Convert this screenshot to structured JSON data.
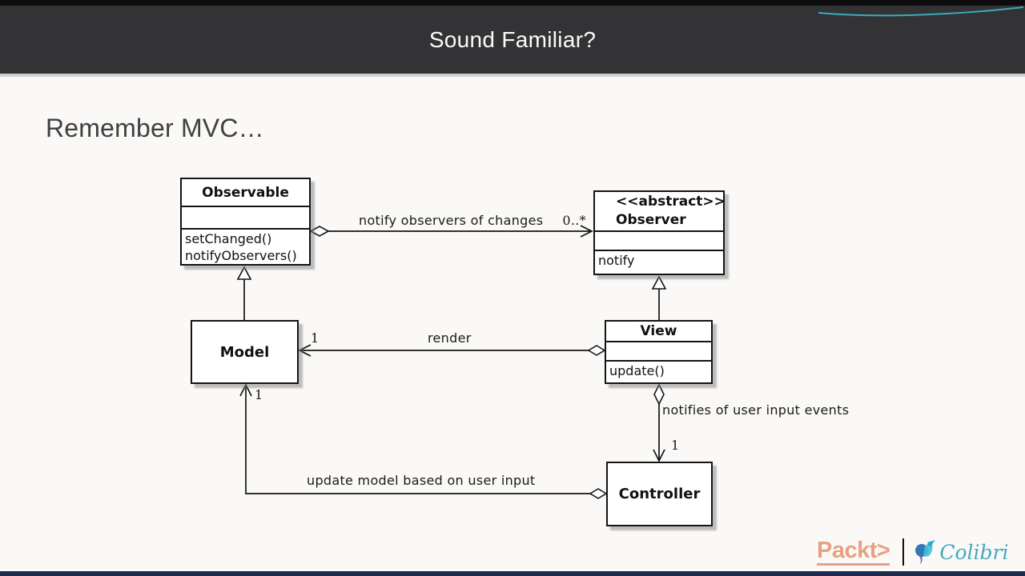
{
  "slide": {
    "header_title": "Sound Familiar?",
    "heading": "Remember MVC…"
  },
  "diagram": {
    "classes": {
      "observable": {
        "title": "Observable",
        "method1": "setChanged()",
        "method2": "notifyObservers()"
      },
      "observer": {
        "stereotype": "<<abstract>>",
        "title": "Observer",
        "method1": "notify"
      },
      "model": {
        "title": "Model"
      },
      "view": {
        "title": "View",
        "method1": "update()"
      },
      "controller": {
        "title": "Controller"
      }
    },
    "edges": {
      "observable_observer": {
        "label": "notify observers of changes",
        "multiplicity": "0..*"
      },
      "render": {
        "label": "render",
        "multiplicity": "1"
      },
      "view_controller": {
        "label": "notifies of user input events",
        "multiplicity": "1"
      },
      "controller_model": {
        "label": "update model based on user input",
        "multiplicity": "1"
      }
    }
  },
  "footer": {
    "packt_logo": "Packt>",
    "colibri_logo": "Colibri"
  },
  "colors": {
    "header_bg": "#333335",
    "accent_teal": "#3ec0d4",
    "packt_orange": "#e7a182",
    "bottom_bar_navy": "#1e2a4d"
  }
}
